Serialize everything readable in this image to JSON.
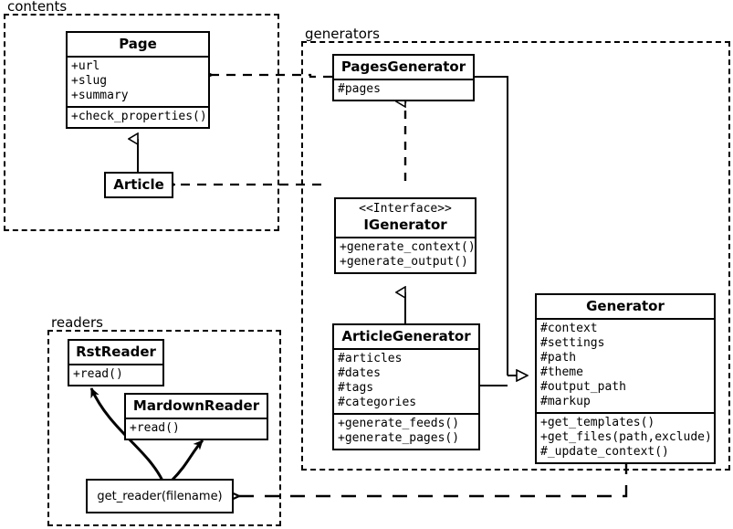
{
  "diagram": {
    "title": "Pelican UML class diagram",
    "type": "uml-class-diagram"
  },
  "packages": [
    {
      "id": "contents",
      "label": "contents"
    },
    {
      "id": "generators",
      "label": "generators"
    },
    {
      "id": "readers",
      "label": "readers"
    }
  ],
  "classes": {
    "page": {
      "name": "Page",
      "attributes": [
        "+url",
        "+slug",
        "+summary"
      ],
      "operations": [
        "+check_properties()"
      ]
    },
    "article": {
      "name": "Article",
      "attributes": [],
      "operations": []
    },
    "pages_generator": {
      "name": "PagesGenerator",
      "attributes": [
        "#pages"
      ],
      "operations": []
    },
    "igenerator": {
      "stereotype": "<<Interface>>",
      "name": "IGenerator",
      "attributes": [],
      "operations": [
        "+generate_context()",
        "+generate_output()"
      ]
    },
    "article_generator": {
      "name": "ArticleGenerator",
      "attributes": [
        "#articles",
        "#dates",
        "#tags",
        "#categories"
      ],
      "operations": [
        "+generate_feeds()",
        "+generate_pages()"
      ]
    },
    "generator": {
      "name": "Generator",
      "attributes": [
        "#context",
        "#settings",
        "#path",
        "#theme",
        "#output_path",
        "#markup"
      ],
      "operations": [
        "+get_templates()",
        "+get_files(path,exclude)",
        "#_update_context()"
      ]
    },
    "rst_reader": {
      "name": "RstReader",
      "operations": [
        "+read()"
      ]
    },
    "mardown_reader": {
      "name": "MardownReader",
      "operations": [
        "+read()"
      ]
    },
    "get_reader": {
      "name": "get_reader(filename)"
    }
  },
  "relationships": [
    {
      "from": "article",
      "to": "page",
      "type": "generalization"
    },
    {
      "from": "pages_generator",
      "to": "igenerator",
      "type": "realization"
    },
    {
      "from": "article_generator",
      "to": "igenerator",
      "type": "generalization"
    },
    {
      "from": "pages_generator",
      "to": "generator",
      "type": "generalization"
    },
    {
      "from": "article_generator",
      "to": "generator",
      "type": "generalization"
    },
    {
      "from": "pages_generator",
      "to": "page",
      "type": "dependency"
    },
    {
      "from": "article_generator",
      "to": "article",
      "type": "dependency"
    },
    {
      "from": "generator",
      "to": "get_reader",
      "type": "dependency"
    },
    {
      "from": "get_reader",
      "to": "rst_reader",
      "type": "dependency"
    },
    {
      "from": "get_reader",
      "to": "mardown_reader",
      "type": "dependency"
    }
  ],
  "colors": {
    "line": "#000000",
    "background": "#ffffff",
    "text": "#000000"
  }
}
